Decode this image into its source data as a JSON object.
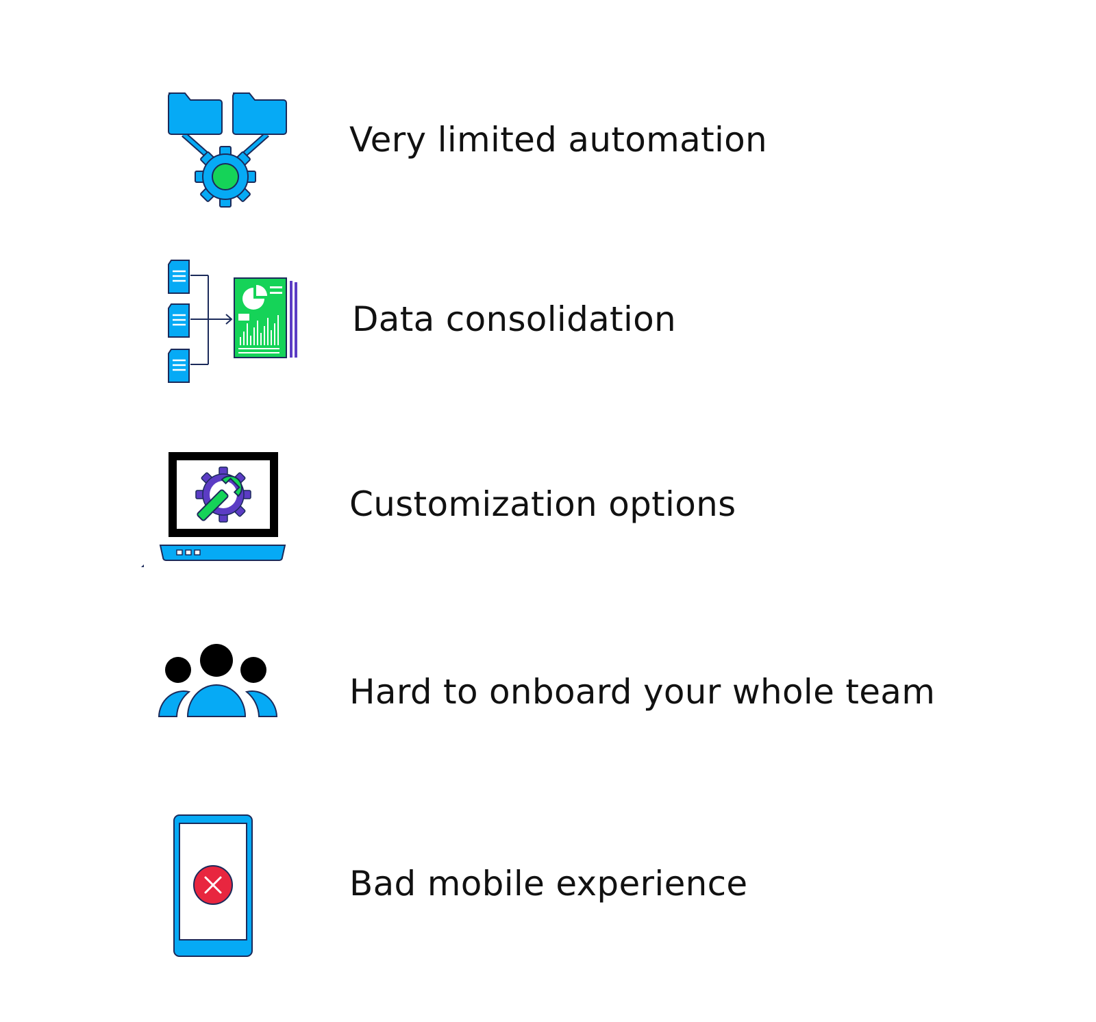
{
  "colors": {
    "blue": "#06aaf5",
    "green": "#15d358",
    "purple": "#5b3cc4",
    "red": "#e8263f",
    "outline": "#1b2a5a",
    "black": "#000000",
    "text": "#111111"
  },
  "items": [
    {
      "icon": "folders-gear-icon",
      "label": "Very limited automation"
    },
    {
      "icon": "data-consolidation-icon",
      "label": "Data consolidation"
    },
    {
      "icon": "laptop-settings-icon",
      "label": "Customization options"
    },
    {
      "icon": "team-icon",
      "label": "Hard to onboard your whole team"
    },
    {
      "icon": "mobile-error-icon",
      "label": "Bad mobile experience"
    }
  ]
}
